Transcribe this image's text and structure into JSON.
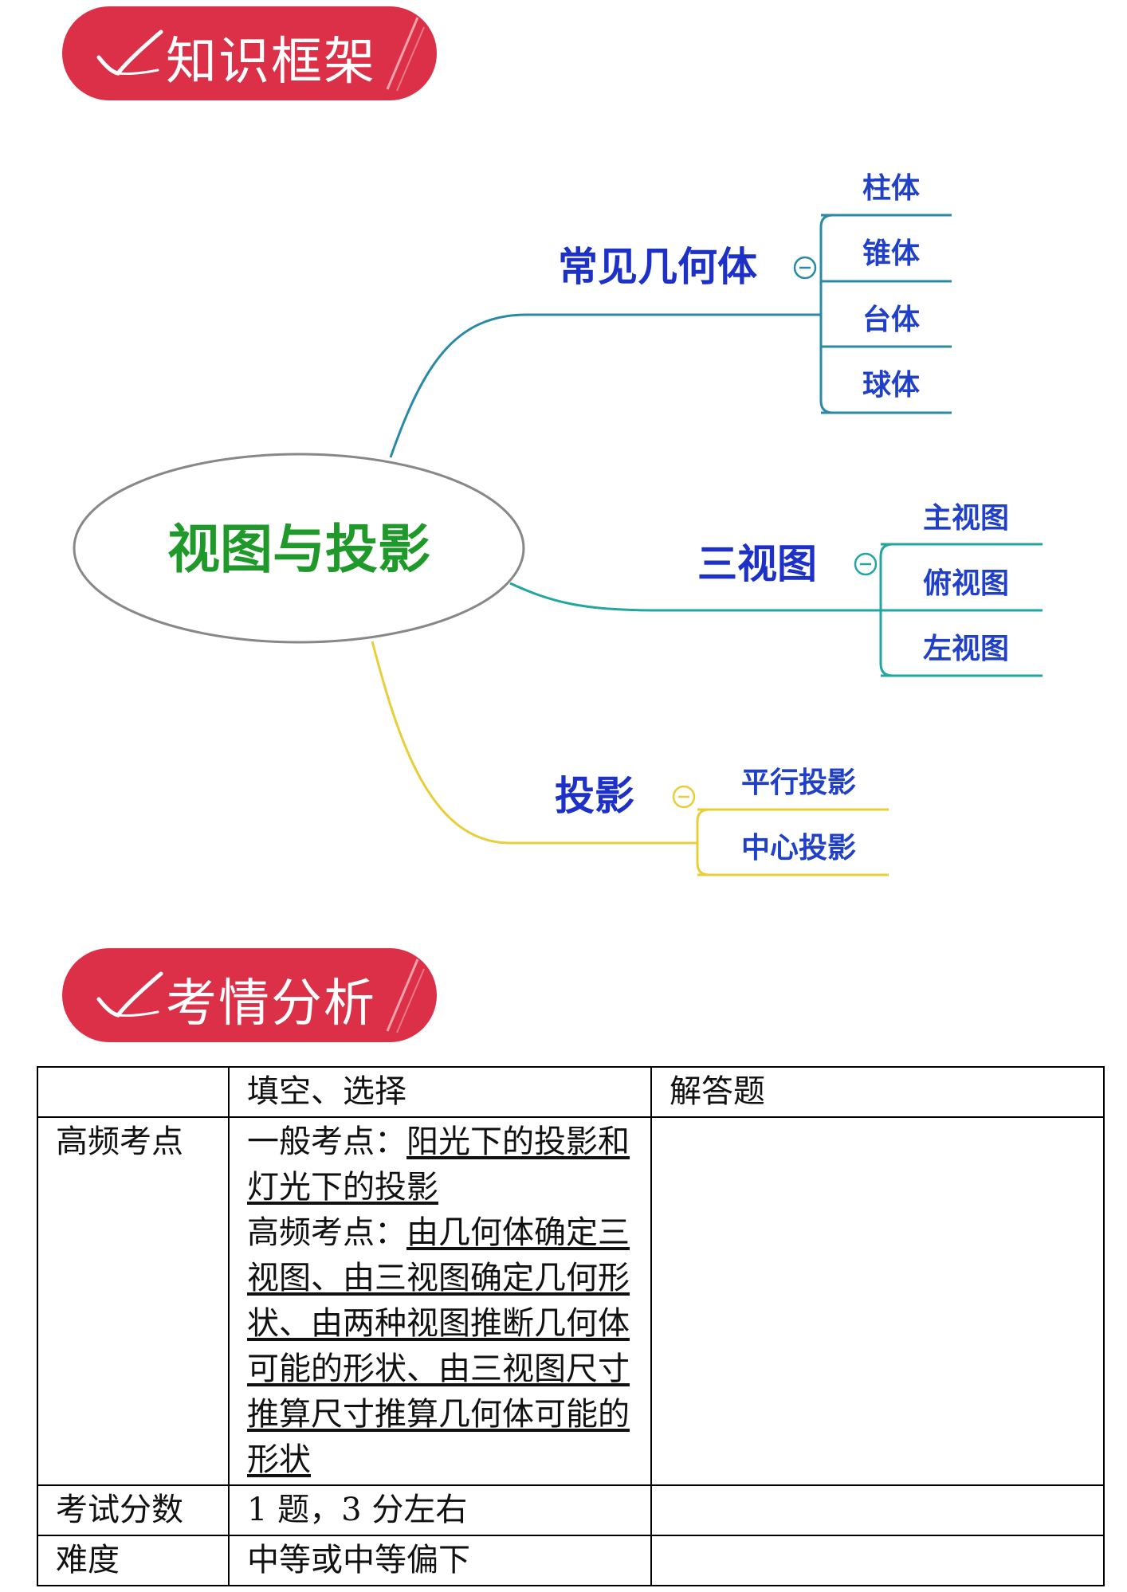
{
  "sections": {
    "framework_title": "知识框架",
    "analysis_title": "考情分析"
  },
  "mindmap": {
    "center": "视图与投影",
    "branches": [
      {
        "label": "常见几何体",
        "color": "#2a8aa6",
        "children": [
          "柱体",
          "锥体",
          "台体",
          "球体"
        ]
      },
      {
        "label": "三视图",
        "color": "#22a6a0",
        "children": [
          "主视图",
          "俯视图",
          "左视图"
        ]
      },
      {
        "label": "投影",
        "color": "#e8cf3a",
        "children": [
          "平行投影",
          "中心投影"
        ]
      }
    ],
    "colors": {
      "center_text": "#1f9a2a",
      "branch_text": "#1d31c8",
      "leaf_text": "#2040c8"
    }
  },
  "table": {
    "header": [
      "",
      "填空、选择",
      "解答题"
    ],
    "rows": [
      {
        "label": "高频考点",
        "col2": {
          "line1_prefix": "一般考点：",
          "line1_link": "阳光下的投影和灯光下的投影",
          "line2_prefix": "高频考点：",
          "line2_link": "由几何体确定三视图、由三视图确定几何形状、由两种视图推断几何体可能的形状、由三视图尺寸推算尺寸推算几何体可能的形状"
        },
        "col3": ""
      },
      {
        "label": "考试分数",
        "col2": "1 题，3 分左右",
        "col3": ""
      },
      {
        "label": "难度",
        "col2": "中等或中等偏下",
        "col3": ""
      }
    ]
  }
}
